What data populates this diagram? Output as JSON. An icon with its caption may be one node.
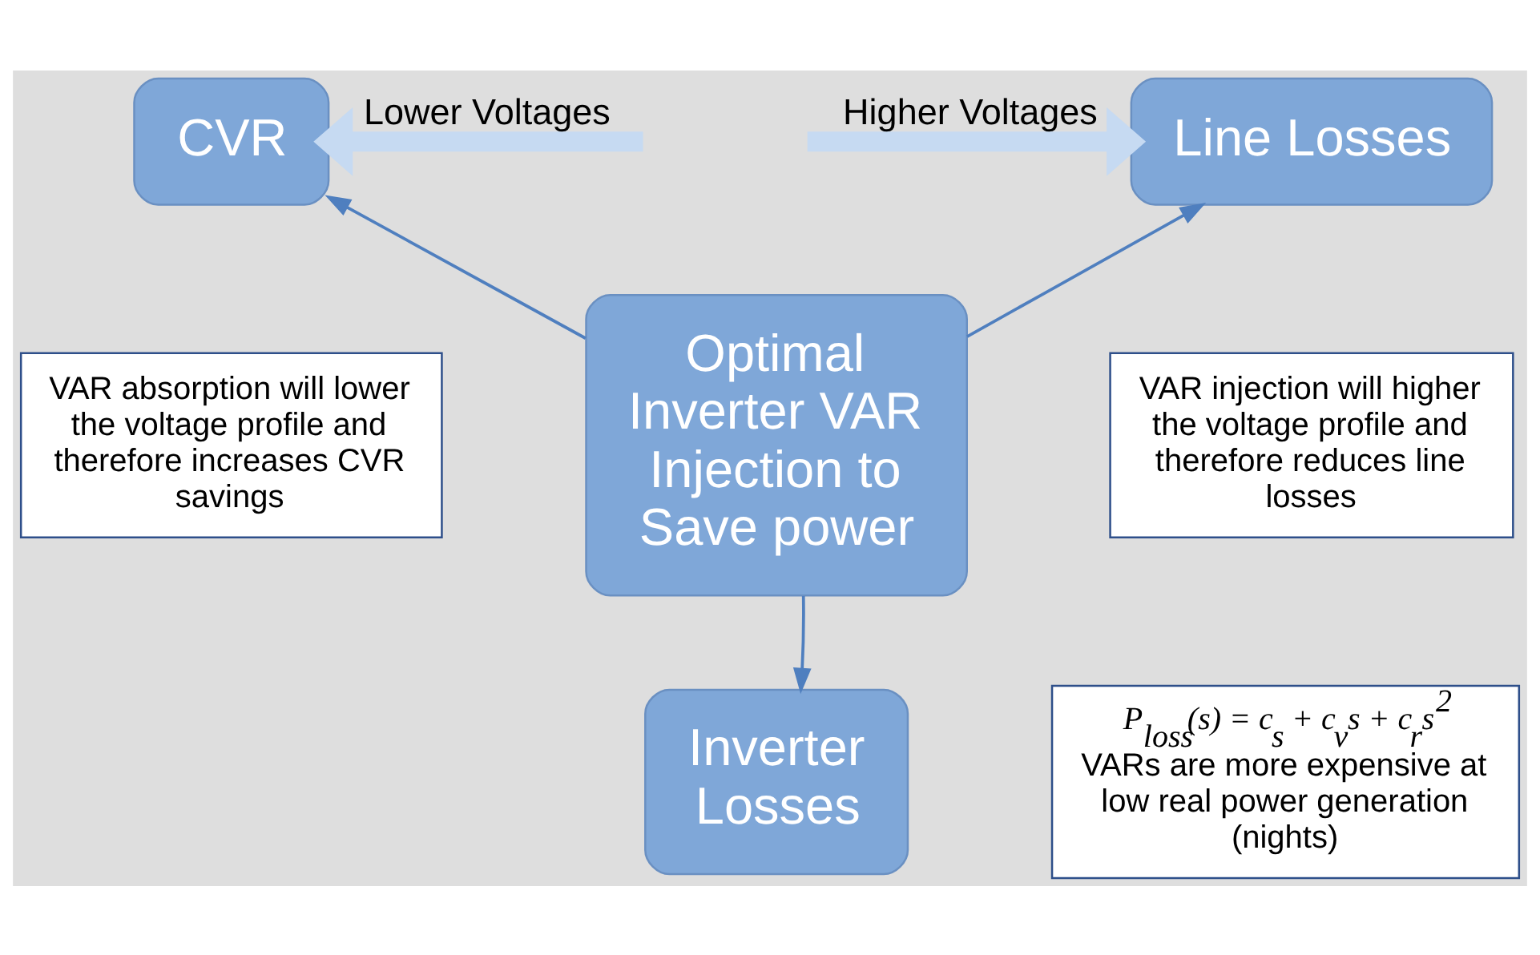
{
  "diagram": {
    "nodes": [
      {
        "text": [
          "CVR"
        ]
      },
      {
        "text": [
          "Line Losses"
        ]
      },
      {
        "text": [
          "Optimal Inverter VAR Injection to Save power"
        ]
      },
      {
        "text": [
          "Inverter Losses"
        ]
      },
      {
        "text": [
          "VAR absorption will lower the voltage profile and therefore increases CVR savings"
        ]
      },
      {
        "text": [
          "VAR injection will higher the voltage profile and therefore reduces line losses"
        ]
      },
      {
        "text": [
          "P$_{loss}$(s) = c$_{s}$ + c$_{v}$s + c$_{r}$s$^{2}$",
          "VARs are more expensive at low real power generation (nights)"
        ]
      }
    ],
    "edges": [
      {
        "from": null,
        "to": 0,
        "arrow": "to",
        "label": "Lower Voltages",
        "style": "thick",
        "color": "#c6daf2"
      },
      {
        "from": null,
        "to": 1,
        "arrow": "to",
        "label": "Higher Voltages",
        "style": "thick",
        "color": "#c6daf2"
      },
      {
        "from": 2,
        "to": 0,
        "arrow": "to"
      },
      {
        "from": 2,
        "to": 1,
        "arrow": "to"
      },
      {
        "from": 2,
        "to": 3,
        "arrow": "to"
      }
    ]
  }
}
